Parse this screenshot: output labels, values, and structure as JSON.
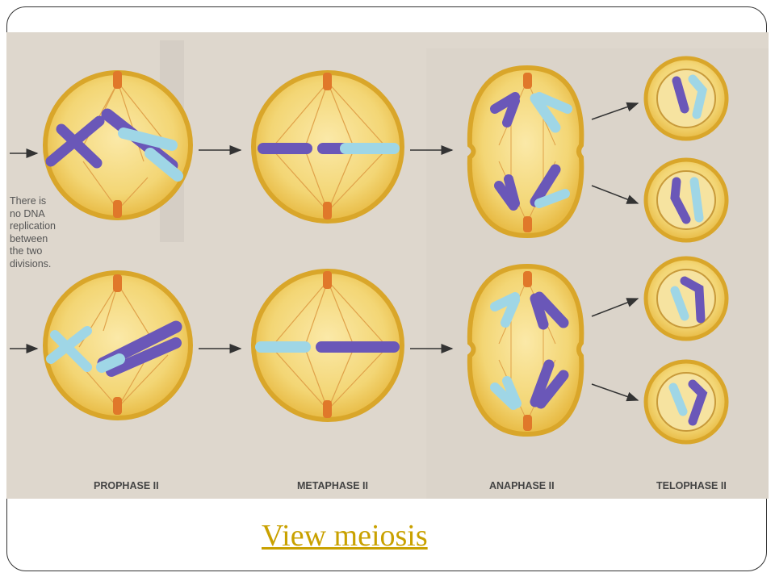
{
  "note_lines": [
    "There is",
    "no DNA",
    "replication",
    "between",
    "the two",
    "divisions."
  ],
  "phases": [
    "PROPHASE II",
    "METAPHASE II",
    "ANAPHASE II",
    "TELOPHASE II"
  ],
  "link": {
    "label": "View meiosis"
  },
  "colors": {
    "background_page": "#ded7cd",
    "cell_fill": "#f0d36e",
    "cell_edge": "#d9a62a",
    "chromosome_dark": "#6a57b8",
    "chromosome_light": "#9fd6e6",
    "centrosome": "#e0782a",
    "arrow": "#333333",
    "link": "#c9a100"
  },
  "icons": {
    "arrow": "right-arrow-icon"
  }
}
